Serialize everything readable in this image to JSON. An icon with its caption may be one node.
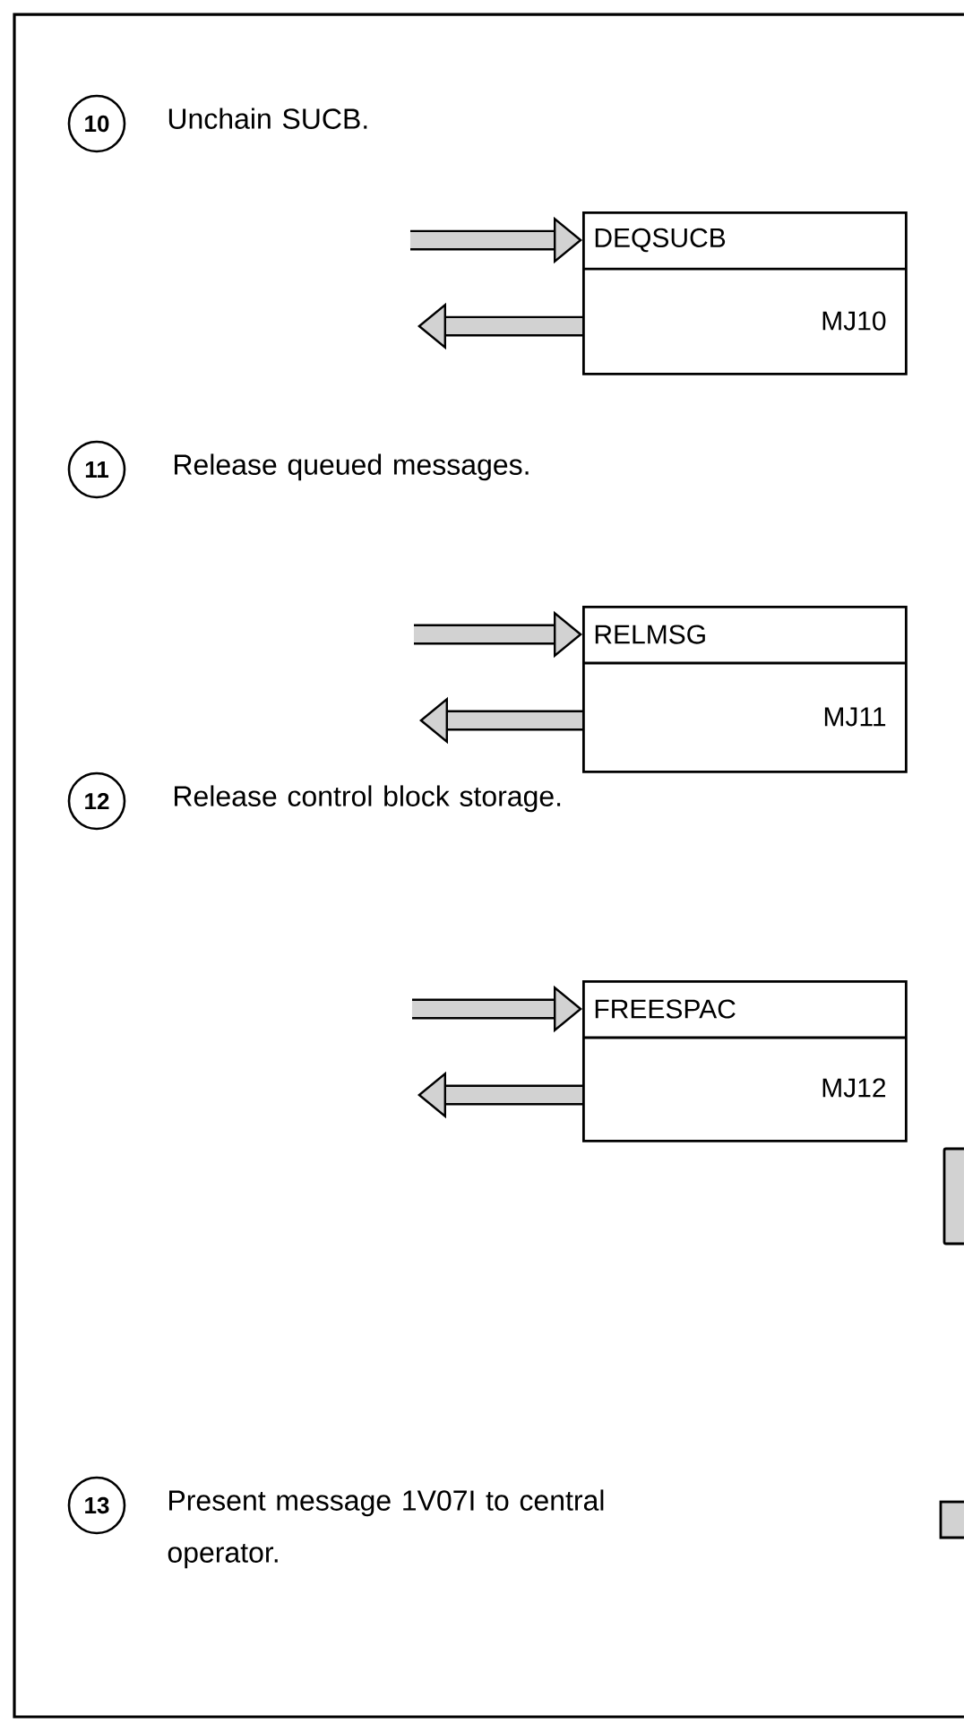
{
  "diagram": {
    "nodes": [
      {
        "text": [
          "DEQSUCB",
          "MJ10"
        ]
      },
      {
        "text": [
          "RELMSG",
          "MJ11"
        ]
      },
      {
        "text": [
          "FREESPAC",
          "MJ12"
        ]
      }
    ],
    "edges": [
      {
        "from": null,
        "to": 0,
        "arrow": "to"
      },
      {
        "from": 0,
        "to": null,
        "arrow": "to"
      },
      {
        "from": null,
        "to": 1,
        "arrow": "to"
      },
      {
        "from": 1,
        "to": null,
        "arrow": "to"
      },
      {
        "from": null,
        "to": 2,
        "arrow": "to"
      },
      {
        "from": 2,
        "to": null,
        "arrow": "to"
      }
    ],
    "labels": [
      "10",
      "Unchain SUCB.",
      "11",
      "Release queued messages.",
      "12",
      "Release control block storage.",
      "13",
      "Present message 1V07I to central operator."
    ]
  }
}
